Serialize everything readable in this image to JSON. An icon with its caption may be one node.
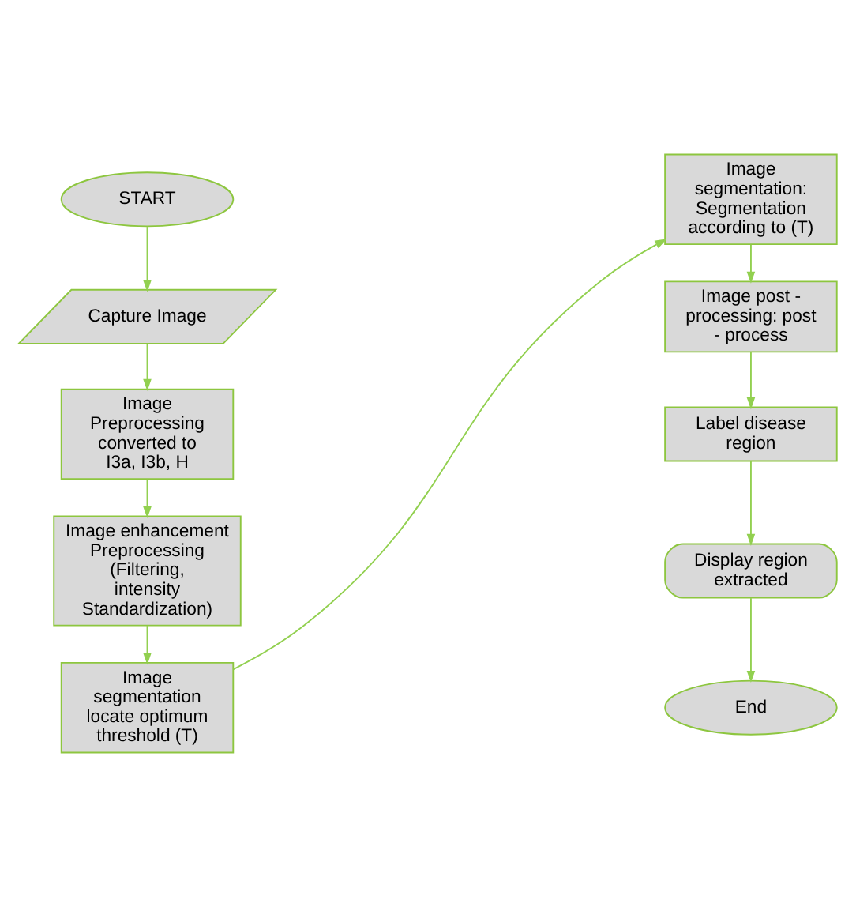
{
  "diagram": {
    "nodes": [
      {
        "text": [
          "START"
        ]
      },
      {
        "text": [
          "Capture Image"
        ]
      },
      {
        "text": [
          "Image Preprocessing converted to I3a, I3b, H"
        ]
      },
      {
        "text": [
          "Image enhancement Preprocessing (Filtering, intensity Standardization)"
        ]
      },
      {
        "text": [
          "Image segmentation locate optimum threshold (T)"
        ]
      },
      {
        "text": [
          "Image segmentation: Segmentation according to (T)"
        ]
      },
      {
        "text": [
          "Image post - processing: post - process"
        ]
      },
      {
        "text": [
          "Label disease region"
        ]
      },
      {
        "text": [
          "Display region extracted"
        ]
      },
      {
        "text": [
          "End"
        ]
      }
    ],
    "edges": [
      {
        "from": 0,
        "to": 1,
        "arrow": "to"
      },
      {
        "from": 1,
        "to": 2,
        "arrow": "to"
      },
      {
        "from": 2,
        "to": 3,
        "arrow": "to"
      },
      {
        "from": 3,
        "to": 4,
        "arrow": "to"
      },
      {
        "from": 4,
        "to": 5,
        "arrow": "to"
      },
      {
        "from": 5,
        "to": 6,
        "arrow": "to"
      },
      {
        "from": 6,
        "to": 7,
        "arrow": "to"
      },
      {
        "from": 7,
        "to": 8,
        "arrow": "to"
      },
      {
        "from": 8,
        "to": 9,
        "arrow": "to"
      }
    ]
  }
}
